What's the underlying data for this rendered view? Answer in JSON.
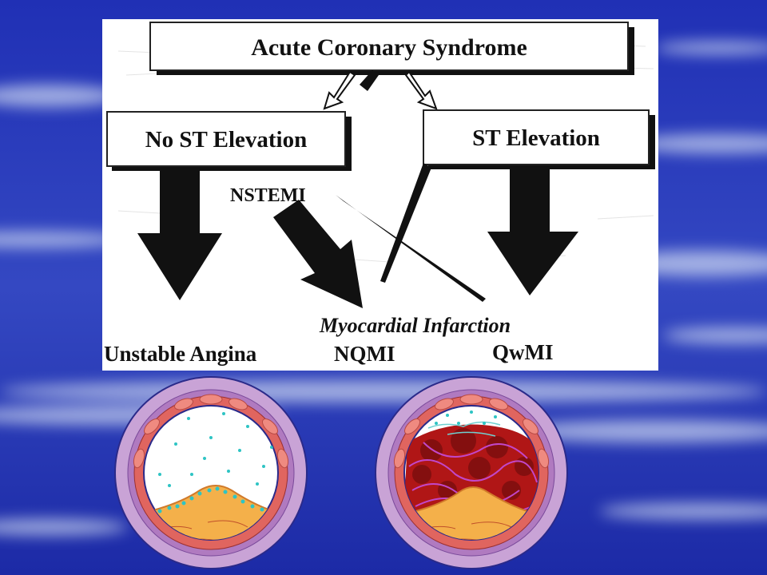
{
  "diagram": {
    "top_box": "Acute Coronary Syndrome",
    "left_box": "No ST Elevation",
    "right_box": "ST Elevation",
    "nstemi_label": "NSTEMI",
    "mi_label": "Myocardial Infarction",
    "outcome_ua": "Unstable Angina",
    "outcome_nqmi": "NQMI",
    "outcome_qwmi": "QwMI"
  },
  "colors": {
    "slide_background": "#2233b8",
    "cloud": "#c9d4f0",
    "panel": "#ffffff",
    "arrow": "#111111",
    "vessel_adventitia": "#c9a3d6",
    "vessel_media": "#e0655f",
    "vessel_lumen": "#ffffff",
    "plaque": "#f4b04a",
    "platelet": "#2ec4c4",
    "thrombus_red": "#b01616",
    "fibrin": "#c247c9"
  },
  "icons": [
    "artery-cross-section-icon",
    "thrombosed-artery-icon"
  ]
}
